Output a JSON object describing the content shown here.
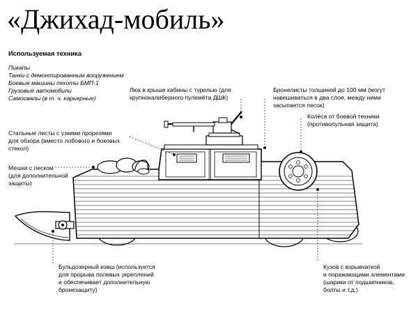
{
  "title": "«Джихад-мобиль»",
  "legend": {
    "heading": "Используемая техника",
    "items": [
      "Пикапы",
      "Танки с демонтированным вооружением",
      "Боевые машины пехоты БМП-1",
      "Грузовые автомобили",
      "Самосвалы (в т. ч. карьерные)"
    ]
  },
  "callouts": {
    "hatch": [
      "Люк в крыше кабины с турелью (для",
      "крупнокалиберного пулемёта ДШК)"
    ],
    "armor": [
      "Бронелисты толщиной до 100 мм (могут",
      "навешиваться в два слоя, между ними",
      "засыпается песок)"
    ],
    "wheel": [
      "Колёса от боевой техники",
      "(противопульная защита)"
    ],
    "steel": [
      "Стальные листы с узкими прорезями",
      "для обзора (вместо лобового и боковых",
      "стекол)"
    ],
    "sandbags": [
      "Мешки с песком",
      "(для дополнительной",
      "защиты)"
    ],
    "bucket": [
      "Бульдозерный ковш (используется",
      "для прорыва полевых укреплений",
      "и обеспечивает дополнительную",
      "бронезащиту)"
    ],
    "body": [
      "Кузов с взрывчаткой",
      "и поражающими элементами",
      "(шарики от подшипников,",
      "болты и т.д.)"
    ]
  },
  "colors": {
    "ink": "#000000",
    "paper": "#ffffff",
    "leader": "#333333"
  }
}
